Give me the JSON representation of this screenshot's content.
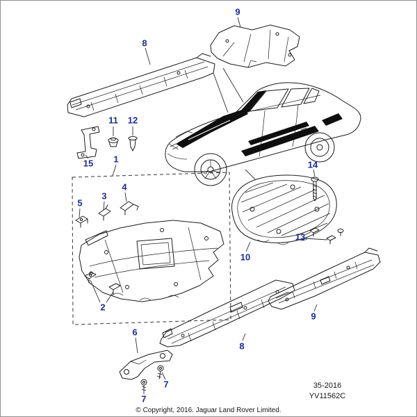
{
  "diagram": {
    "title": "Underbody panels and shields exploded parts diagram",
    "callouts": [
      {
        "label": "9"
      },
      {
        "label": "8"
      },
      {
        "label": "11"
      },
      {
        "label": "12"
      },
      {
        "label": "15"
      },
      {
        "label": "1"
      },
      {
        "label": "5"
      },
      {
        "label": "3"
      },
      {
        "label": "4"
      },
      {
        "label": "2"
      },
      {
        "label": "14"
      },
      {
        "label": "10"
      },
      {
        "label": "13"
      },
      {
        "label": "9"
      },
      {
        "label": "8"
      },
      {
        "label": "6"
      },
      {
        "label": "7"
      },
      {
        "label": "7"
      }
    ],
    "footer": {
      "figure_number": "35-2016",
      "drawing_code": "YV11562C",
      "copyright": "© Copyright, 2016. Jaguar Land Rover Limited."
    },
    "colors": {
      "callout_number": "#1b2d9b",
      "artwork_line": "#1a1a1a",
      "background": "#ffffff"
    }
  }
}
